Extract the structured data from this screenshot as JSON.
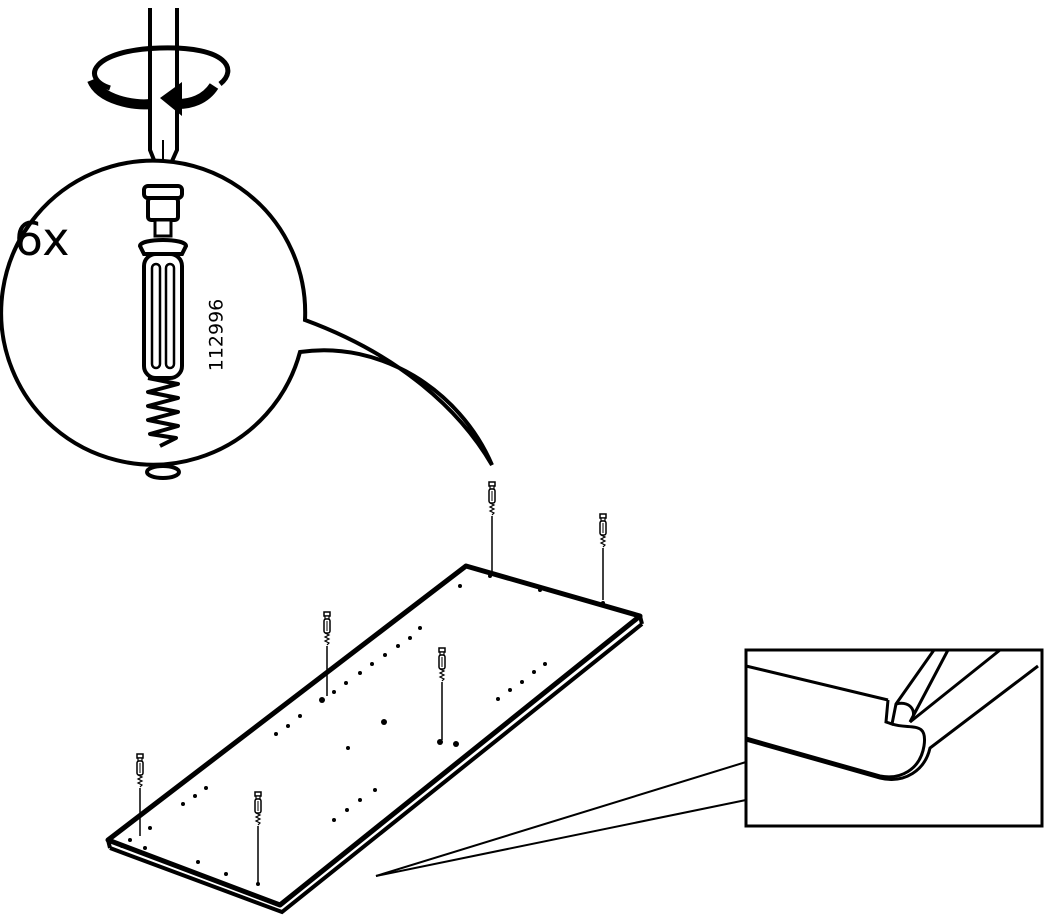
{
  "instruction": {
    "quantity_label": "6x",
    "part_number": "112996",
    "tool": "screwdriver-icon",
    "action": "rotate-clockwise-arrow-icon",
    "fastener": "cam-bolt-dowel-icon",
    "panel": "shelf-panel",
    "detail": "edge-groove-detail"
  },
  "colors": {
    "ink": "#000000",
    "paper": "#ffffff"
  }
}
